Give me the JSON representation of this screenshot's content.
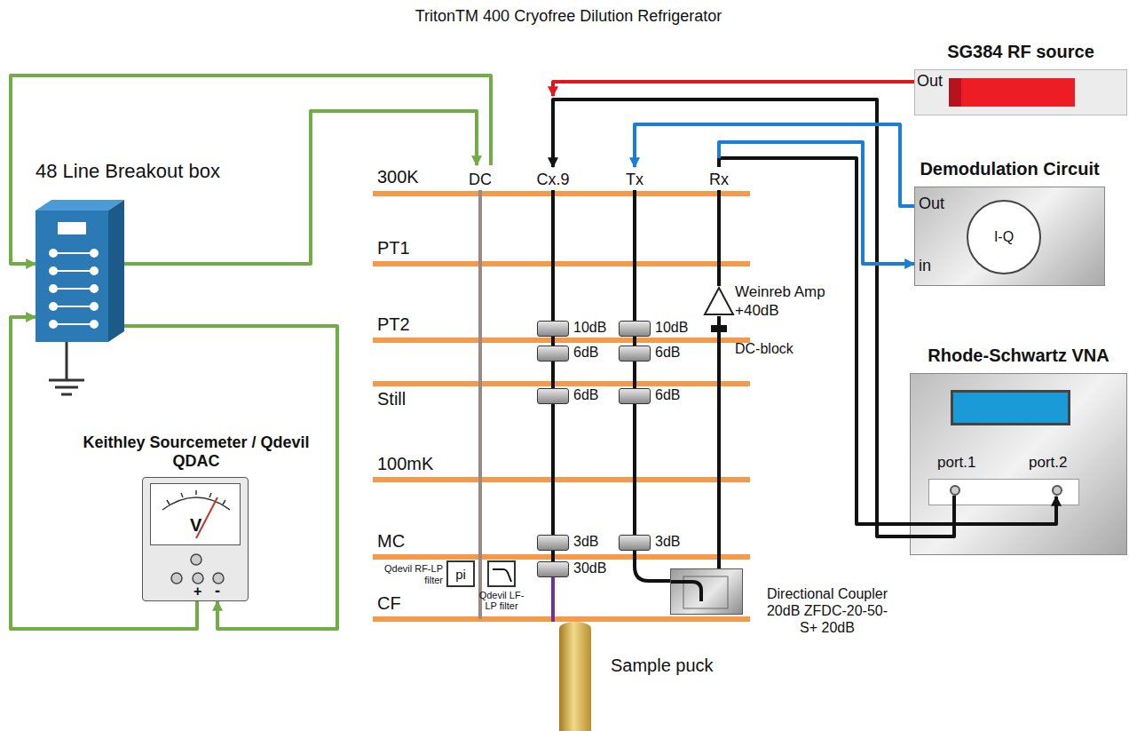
{
  "diagram": {
    "title": "TritonTM 400 Cryofree Dilution Refrigerator",
    "nodes": [
      {
        "text": [
          "SG384 RF source",
          "Out"
        ]
      },
      {
        "text": [
          "Demodulation Circuit",
          "Out",
          "in"
        ]
      },
      {
        "text": [
          "I-Q"
        ],
        "in": 1
      },
      {
        "text": [
          "Rhode-Schwartz VNA",
          "port.1",
          "port.2"
        ]
      },
      {
        "text": [
          "48 Line Breakout box"
        ]
      },
      {
        "text": [
          "Keithley Sourcemeter / Qdevil QDAC",
          "V",
          "+",
          "-"
        ]
      },
      {
        "text": [
          "10dB"
        ]
      },
      {
        "text": [
          "6dB"
        ]
      },
      {
        "text": [
          "6dB"
        ]
      },
      {
        "text": [
          "3dB"
        ]
      },
      {
        "text": [
          "30dB"
        ]
      },
      {
        "text": [
          "10dB"
        ]
      },
      {
        "text": [
          "6dB"
        ]
      },
      {
        "text": [
          "6dB"
        ]
      },
      {
        "text": [
          "3dB"
        ]
      },
      {
        "text": [
          "Weinreb Amp +40dB"
        ]
      },
      {
        "text": [
          "Directional Coupler 20dB ZFDC-20-50-S+ 20dB"
        ]
      },
      {
        "text": [
          "Qdevil RF-LP filter",
          "pi"
        ]
      },
      {
        "text": [
          "Qdevil LF-LP filter"
        ]
      },
      {
        "text": [
          "Sample puck"
        ]
      }
    ],
    "edges": [
      {
        "from": 5,
        "to": 4,
        "arrow": "to"
      },
      {
        "from": 4,
        "to": 5,
        "arrow": "to"
      },
      {
        "from": 6,
        "to": 7,
        "arrow": "none"
      },
      {
        "from": 7,
        "to": 8,
        "arrow": "none"
      },
      {
        "from": 8,
        "to": 9,
        "arrow": "none"
      },
      {
        "from": 9,
        "to": 10,
        "arrow": "none"
      },
      {
        "from": 10,
        "to": 19,
        "arrow": "none"
      },
      {
        "from": 11,
        "to": 12,
        "arrow": "none"
      },
      {
        "from": 12,
        "to": 13,
        "arrow": "none"
      },
      {
        "from": 13,
        "to": 14,
        "arrow": "none"
      },
      {
        "from": 14,
        "to": 16,
        "arrow": "none"
      },
      {
        "from": 16,
        "to": 15,
        "arrow": "none"
      }
    ],
    "labels": [
      "300K",
      "PT1",
      "PT2",
      "Still",
      "100mK",
      "MC",
      "CF",
      "DC",
      "Cx.9",
      "Tx",
      "Rx",
      "DC-block"
    ]
  }
}
